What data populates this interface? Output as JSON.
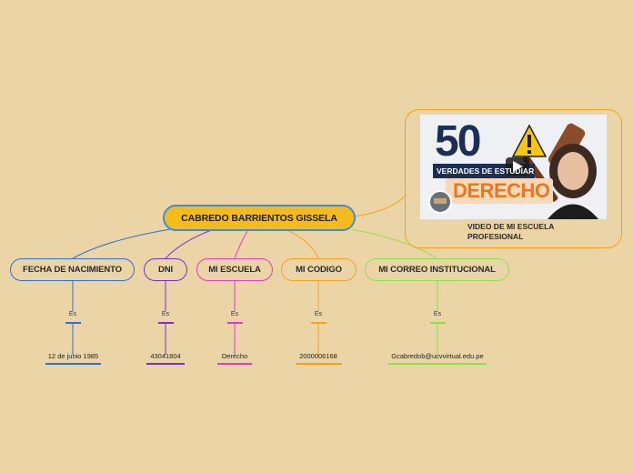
{
  "central": {
    "label": "CABREDO BARRIENTOS GISSELA"
  },
  "branches": [
    {
      "label": "FECHA DE NACIMIENTO",
      "connector": "Es",
      "value": "12 de junio 1985",
      "color": "#2f6fd6"
    },
    {
      "label": "DNI",
      "connector": "Es",
      "value": "43041804",
      "color": "#7a2fd0"
    },
    {
      "label": "MI ESCUELA",
      "connector": "Es",
      "value": "Derecho",
      "color": "#e33cc4"
    },
    {
      "label": "MI CODIGO",
      "connector": "Es",
      "value": "2000006168",
      "color": "#f4a21f"
    },
    {
      "label": "MI CORREO INSTITUCIONAL",
      "connector": "Es",
      "value": "Gcabredob@ucvvirtual.edu.pe",
      "color": "#8ee04a"
    }
  ],
  "video": {
    "caption": "VIDEO DE MI ESCUELA PROFESIONAL",
    "thumbnail": {
      "big_number": "50",
      "banner": "VERDADES DE ESTUDIAR",
      "word": "DERECHO"
    },
    "icon": "play-icon"
  },
  "colors": {
    "background": "#ebd5a7",
    "central_fill": "#f5ba1c",
    "central_border": "#3a8fd8",
    "video_border": "#f4a21f"
  }
}
